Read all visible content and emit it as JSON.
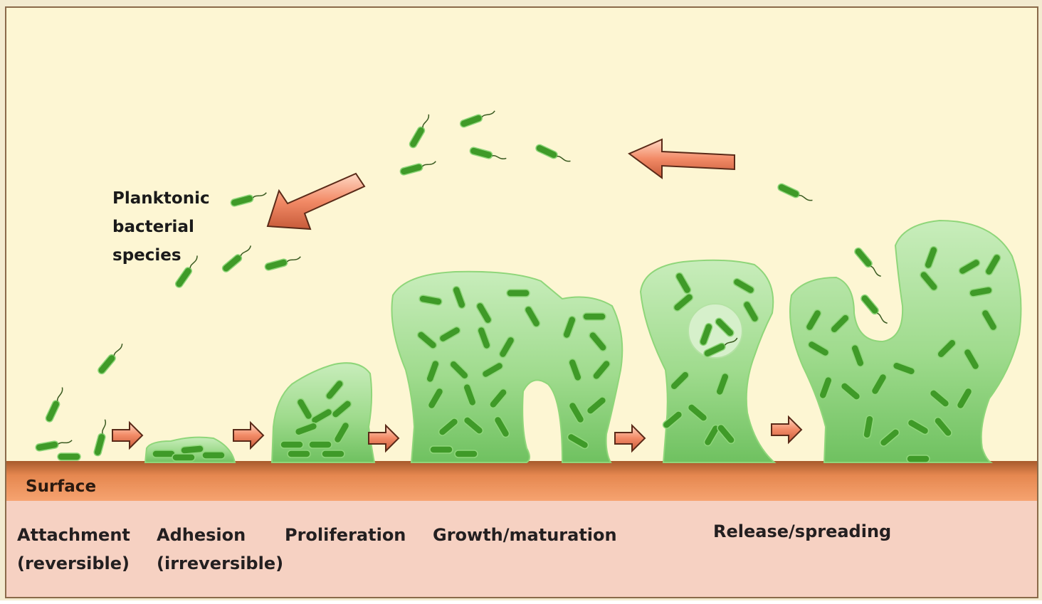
{
  "labels": {
    "planktonic": [
      "Planktonic",
      "bacterial",
      "species"
    ],
    "surface": "Surface",
    "stages": [
      {
        "line1": "Attachment",
        "line2": "(reversible)"
      },
      {
        "line1": "Adhesion",
        "line2": "(irreversible)"
      },
      {
        "line1": "Proliferation",
        "line2": ""
      },
      {
        "line1": "Growth/maturation",
        "line2": ""
      },
      {
        "line1": "Release/spreading",
        "line2": ""
      }
    ]
  },
  "colors": {
    "background": "#fdf6d3",
    "surface": "#e9834a",
    "bottom_band": "#f6d1c2",
    "biofilm": "#9fd98a",
    "bacteria": "#4c9a2a",
    "arrow": "#f08c6c"
  }
}
